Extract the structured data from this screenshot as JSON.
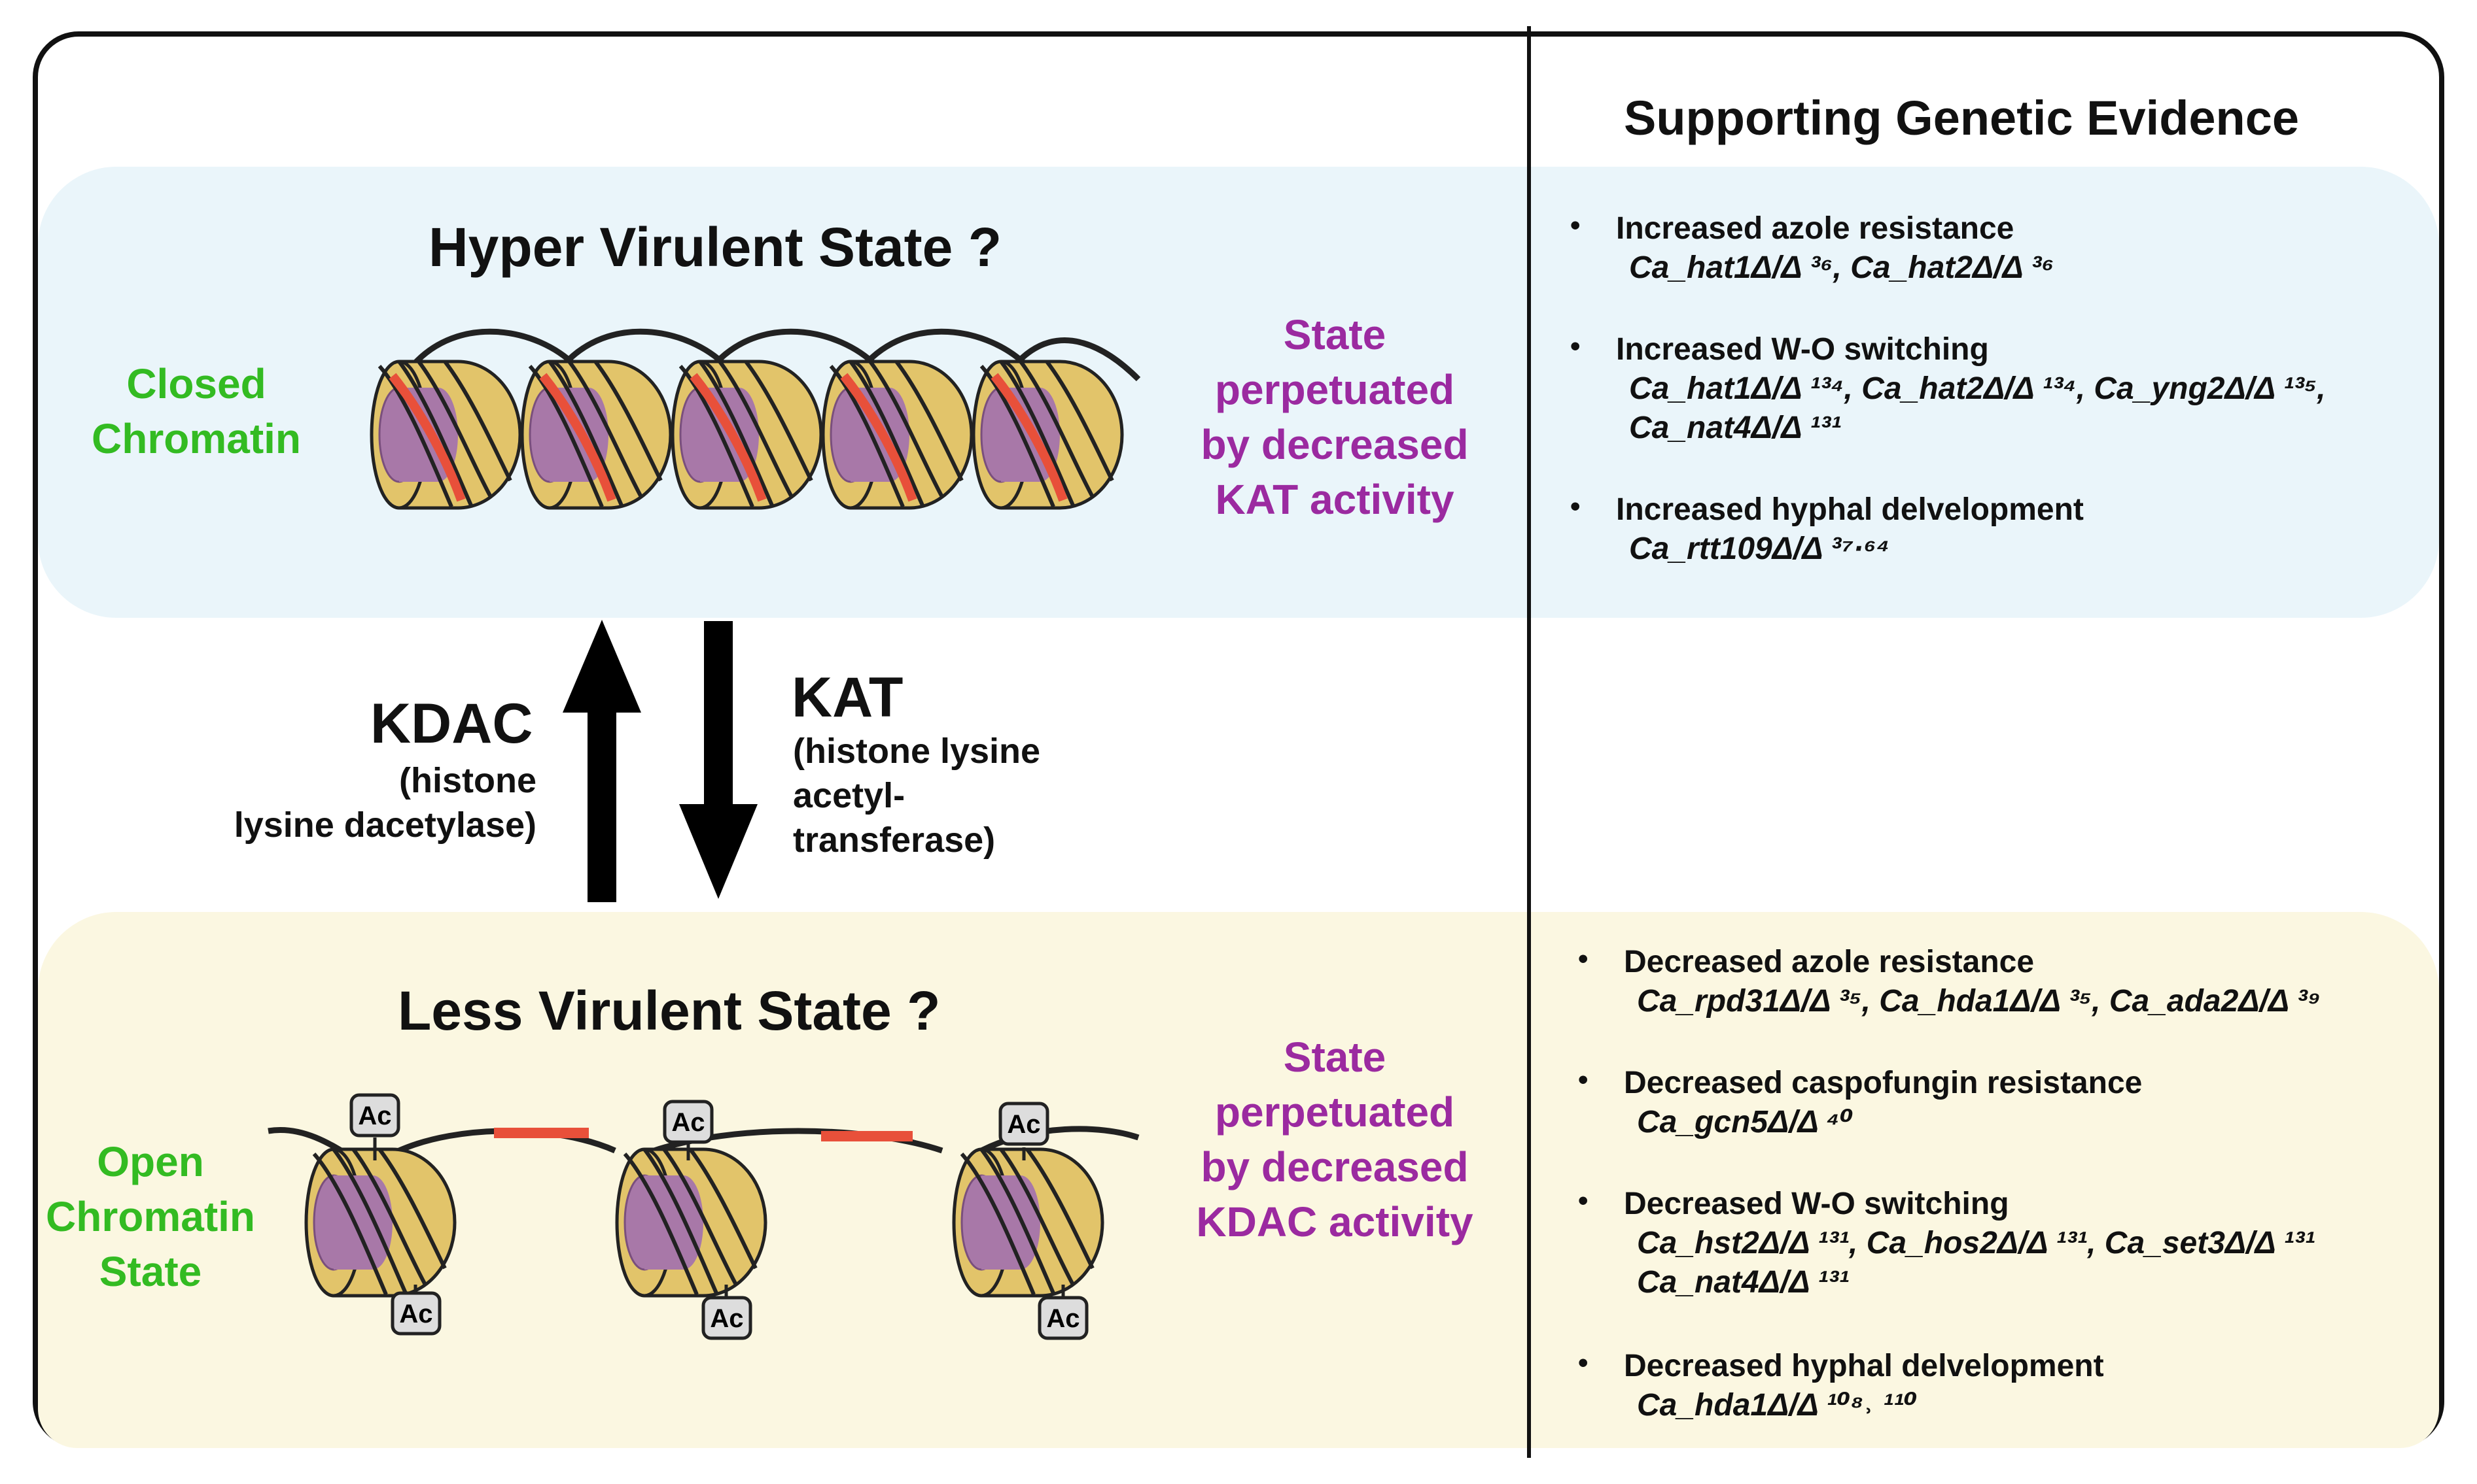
{
  "right_panel": {
    "title": "Supporting Genetic Evidence",
    "top_evidence": [
      {
        "heading": "Increased azole resistance",
        "genes": "Ca_hat1Δ/Δ ³⁶, Ca_hat2Δ/Δ ³⁶"
      },
      {
        "heading": "Increased W-O switching",
        "genes": "Ca_hat1Δ/Δ ¹³⁴, Ca_hat2Δ/Δ ¹³⁴, Ca_yng2Δ/Δ ¹³⁵, Ca_nat4Δ/Δ ¹³¹"
      },
      {
        "heading": "Increased hyphal delvelopment",
        "genes": "Ca_rtt109Δ/Δ ³⁷·⁶⁴"
      }
    ],
    "bottom_evidence": [
      {
        "heading": "Decreased azole resistance",
        "genes": "Ca_rpd31Δ/Δ ³⁵, Ca_hda1Δ/Δ ³⁵, Ca_ada2Δ/Δ ³⁹"
      },
      {
        "heading": "Decreased caspofungin resistance",
        "genes": "Ca_gcn5Δ/Δ ⁴⁰"
      },
      {
        "heading": "Decreased W-O switching",
        "genes": "Ca_hst2Δ/Δ ¹³¹, Ca_hos2Δ/Δ ¹³¹, Ca_set3Δ/Δ ¹³¹ Ca_nat4Δ/Δ ¹³¹"
      },
      {
        "heading": "Decreased hyphal delvelopment",
        "genes": "Ca_hda1Δ/Δ ¹⁰⁸˒ ¹¹⁰"
      }
    ],
    "bullet": "•"
  },
  "hyper": {
    "title": "Hyper Virulent State ?",
    "left_label": [
      "Closed",
      "Chromatin"
    ],
    "right_label": [
      "State",
      "perpetuated",
      "by decreased",
      "KAT activity"
    ]
  },
  "less": {
    "title": "Less Virulent State ?",
    "left_label": [
      "Open",
      "Chromatin",
      "State"
    ],
    "right_label": [
      "State",
      "perpetuated",
      "by decreased",
      "KDAC activity"
    ]
  },
  "kdac": {
    "label": "KDAC",
    "desc": [
      "(histone",
      "lysine dacetylase)"
    ]
  },
  "kat": {
    "label": "KAT",
    "desc": [
      "(histone lysine",
      "acetyl-",
      "transferase)"
    ]
  },
  "ac_tag": "Ac",
  "colors": {
    "green": "#33bb22",
    "purple": "#9b2aa0",
    "nucleosome": "#e2c46a",
    "histone_core": "#a878a8",
    "red_dna": "#e8503a",
    "top_band": "#eaf5fa",
    "bottom_band": "#fbf7e1"
  }
}
